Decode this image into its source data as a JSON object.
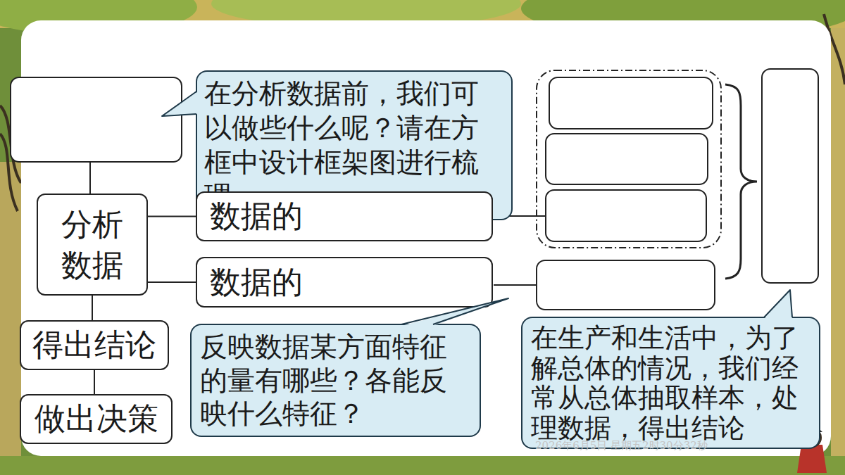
{
  "diagram": {
    "nodes": [
      {
        "text": [
          "在分析数据前，我们可以做些什么呢？请在方框中设计框架图进行梳理"
        ]
      },
      {
        "text": [
          "分析数据"
        ]
      },
      {
        "text": [
          "数据的"
        ]
      },
      {
        "text": [
          "数据的"
        ]
      },
      {
        "text": [
          "得出结论"
        ]
      },
      {
        "text": [
          "反映数据某方面特征的量有哪些？各能反映什么特征？"
        ]
      },
      {
        "text": [
          "在生产和生活中，为了解总体的情况，我们经常从总体抽取样本，处理数据，得出结论"
        ]
      },
      {
        "text": [
          "做出决策"
        ]
      }
    ],
    "edges": [
      {
        "from": 1,
        "to": 2,
        "arrow": "none"
      },
      {
        "from": 1,
        "to": 3,
        "arrow": "none"
      },
      {
        "from": 1,
        "to": 4,
        "arrow": "none"
      },
      {
        "from": 4,
        "to": 7,
        "arrow": "none"
      }
    ],
    "labels": [
      "2026年6月5日 星期五2时30分32秒"
    ]
  }
}
